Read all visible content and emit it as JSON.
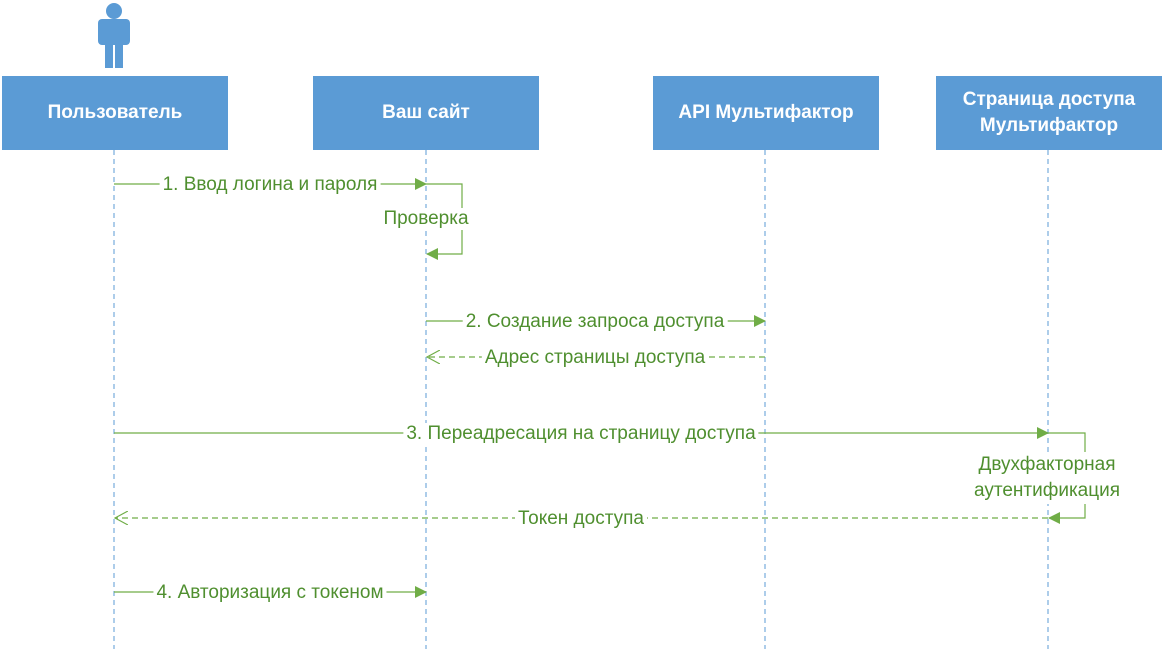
{
  "colors": {
    "participant_fill": "#5b9bd5",
    "participant_text": "#ffffff",
    "lifeline": "#5b9bd5",
    "message": "#70ad47",
    "message_text": "#4f8f2f"
  },
  "actor": {
    "icon": "person-icon"
  },
  "participants": [
    {
      "label": "Пользователь"
    },
    {
      "label": "Ваш сайт"
    },
    {
      "label": "API Мультифактор"
    },
    {
      "label": "Страница доступа\nМультифактор"
    }
  ],
  "messages": [
    {
      "label": "1. Ввод логина и пароля",
      "from": "Пользователь",
      "to": "Ваш сайт",
      "style": "solid"
    },
    {
      "label": "Проверка",
      "from": "Ваш сайт",
      "to": "Ваш сайт",
      "style": "self"
    },
    {
      "label": "2. Создание запроса доступа",
      "from": "Ваш сайт",
      "to": "API Мультифактор",
      "style": "solid"
    },
    {
      "label": "Адрес страницы доступа",
      "from": "API Мультифактор",
      "to": "Ваш сайт",
      "style": "dashed"
    },
    {
      "label": "3. Переадресация на страницу доступа",
      "from": "Пользователь",
      "to": "Страница доступа Мультифактор",
      "style": "solid"
    },
    {
      "label": "Двухфакторная\nаутентификация",
      "from": "Страница доступа Мультифактор",
      "to": "Страница доступа Мультифактор",
      "style": "self"
    },
    {
      "label": "Токен доступа",
      "from": "Страница доступа Мультифактор",
      "to": "Пользователь",
      "style": "dashed"
    },
    {
      "label": "4. Авторизация с токеном",
      "from": "Пользователь",
      "to": "Ваш сайт",
      "style": "solid"
    }
  ]
}
